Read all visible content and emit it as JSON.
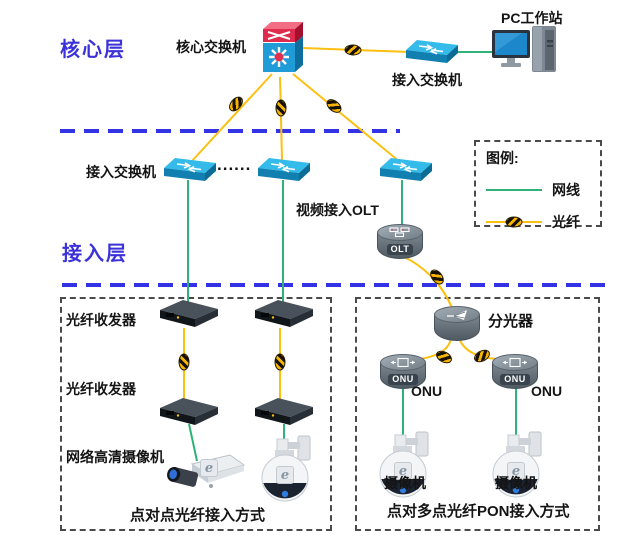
{
  "layers": {
    "core": {
      "label": "核心层"
    },
    "access": {
      "label": "接入层"
    }
  },
  "nodes": {
    "core_switch": "核心交换机",
    "pc_workstation": "PC工作站",
    "access_switch_top": "接入交换机",
    "access_switch_row": "接入交换机",
    "ellipsis": "......",
    "video_olt": "视频接入OLT",
    "olt_badge": "OLT",
    "splitter": "分光器",
    "onu_badge": "ONU",
    "onu": "ONU",
    "fiber_transceiver": "光纤收发器",
    "network_hd_camera": "网络高清摄像机",
    "camera": "摄像机"
  },
  "captions": {
    "p2p": "点对点光纤接入方式",
    "p2mp": "点对多点光纤PON接入方式"
  },
  "legend": {
    "title": "图例:",
    "items": [
      {
        "label": "网线"
      },
      {
        "label": "光纤"
      }
    ]
  },
  "icons": {
    "e_logo": "e"
  },
  "colors": {
    "ethernet_green": "#2eb277",
    "fiber_yellow": "#fdc010",
    "layer_blue": "#3a31d8",
    "divider_blue": "#3333e6"
  }
}
